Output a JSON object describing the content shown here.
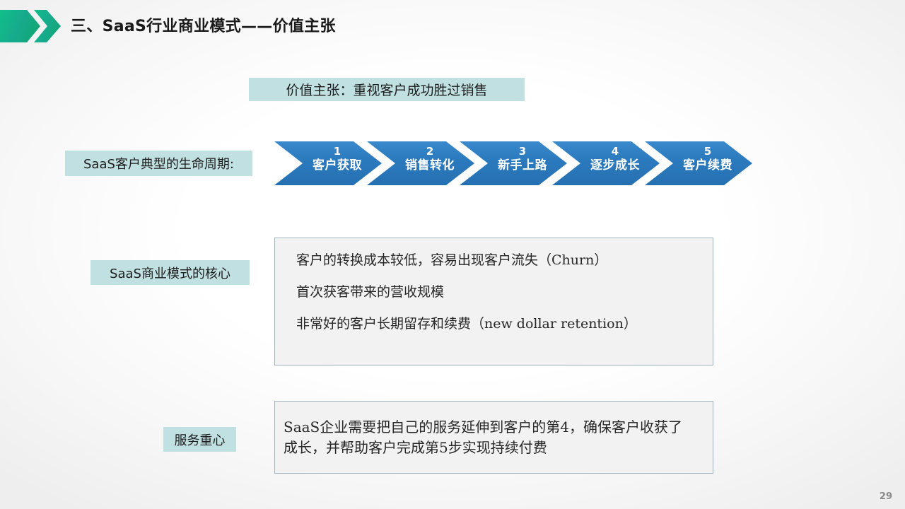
{
  "header": {
    "title": "三、SaaS行业商业模式——价值主张",
    "arrow_icon": "double-chevron-right-icon",
    "arrow_color_start": "#14b57e",
    "arrow_color_end": "#1aa885"
  },
  "banner": {
    "value_proposition": "价值主张：重视客户成功胜过销售",
    "chip_bg": "#c0e0e1"
  },
  "lifecycle": {
    "label": "SaaS客户典型的生命周期:",
    "chevron_color": "#2b79bd",
    "steps": [
      {
        "num": "1",
        "label": "客户获取"
      },
      {
        "num": "2",
        "label": "销售转化"
      },
      {
        "num": "3",
        "label": "新手上路"
      },
      {
        "num": "4",
        "label": "逐步成长"
      },
      {
        "num": "5",
        "label": "客户续费"
      }
    ]
  },
  "core_model": {
    "label": "SaaS商业模式的核心",
    "lines": [
      "客户的转换成本较低，容易出现客户流失（Churn）",
      "首次获客带来的营收规模",
      "非常好的客户长期留存和续费（new dollar retention）"
    ],
    "box_bg": "#f2f2f2",
    "box_border": "#9fb3bd"
  },
  "service_focus": {
    "label": "服务重心",
    "text": "SaaS企业需要把自己的服务延伸到客户的第4，确保客户收获了成长，并帮助客户完成第5步实现持续付费"
  },
  "footer": {
    "page_number": "29"
  }
}
